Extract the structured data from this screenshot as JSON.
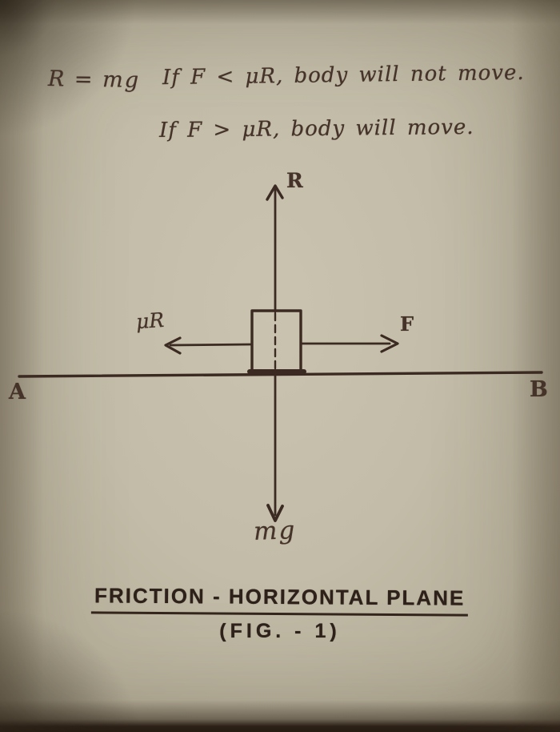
{
  "colors": {
    "paper": "#c2bca8",
    "paper_edge": "#a49c86",
    "ink": "#45332a",
    "ink_dark": "#2e211a"
  },
  "notes": {
    "equation": "R = mg",
    "condition1": "If F < μR, body will not move.",
    "condition2": "If F > μR, body will move."
  },
  "diagram": {
    "labels": {
      "normal_force": "R",
      "friction_force": "μR",
      "applied_force": "F",
      "weight": "mg",
      "surface_left": "A",
      "surface_right": "B"
    }
  },
  "caption": {
    "title": "FRICTION - HORIZONTAL PLANE",
    "figure": "(FIG. - 1)"
  }
}
